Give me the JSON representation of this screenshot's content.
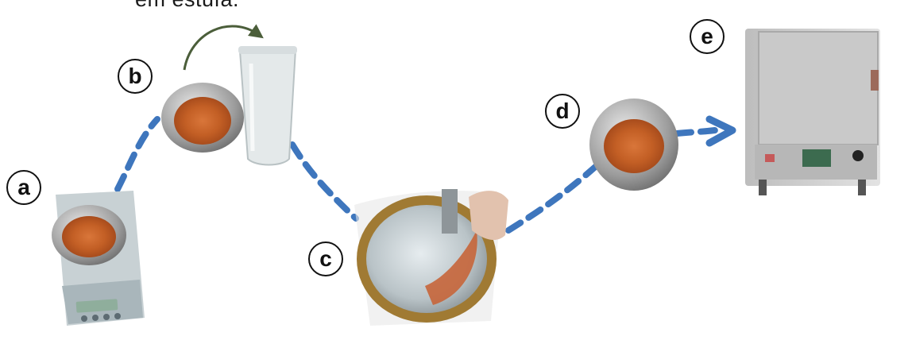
{
  "caption": "em estufa.",
  "steps": [
    {
      "id": "a",
      "label": "a"
    },
    {
      "id": "b",
      "label": "b"
    },
    {
      "id": "c",
      "label": "c"
    },
    {
      "id": "d",
      "label": "d"
    },
    {
      "id": "e",
      "label": "e"
    }
  ],
  "colors": {
    "path": "#3e76bd",
    "curved_arrow": "#4b5e3a",
    "sample": "#c8642a",
    "steel": "#9a9a9a",
    "oven": "#d6d6d6"
  }
}
